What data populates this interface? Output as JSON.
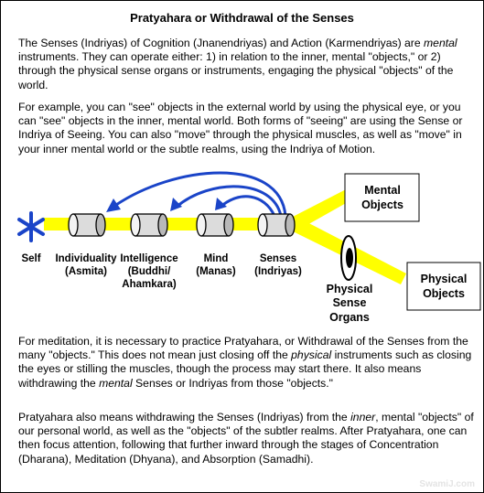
{
  "title": "Pratyahara or Withdrawal of the Senses",
  "paragraphs": {
    "p1": [
      {
        "t": "The Senses (Indriyas) of Cognition (Jnanendriyas) and Action (Karmendriyas) are "
      },
      {
        "t": "mental",
        "i": true
      },
      {
        "t": " instruments. They can operate either: 1) in relation to the inner, mental \"objects,\" or 2) through the physical sense organs or instruments, engaging the physical \"objects\" of the world."
      }
    ],
    "p2": [
      {
        "t": "For example, you can \"see\" objects in the external world by using the physical eye, or you can \"see\" objects in the inner, mental world. Both forms of \"seeing\" are using the Sense or Indriya of Seeing. You can also \"move\" through the physical muscles, as well as \"move\" in your inner mental world or the subtle realms, using the Indriya of Motion."
      }
    ],
    "p3": [
      {
        "t": "For meditation, it is necessary to practice Pratyahara, or Withdrawal of the Senses from the many \"objects.\" This does not mean just closing off the "
      },
      {
        "t": "physical",
        "i": true
      },
      {
        "t": " instruments such as closing the eyes or stilling the muscles, though the process may start there. It also means withdrawing the "
      },
      {
        "t": "mental",
        "i": true
      },
      {
        "t": " Senses or Indriyas from those \"objects.\""
      }
    ],
    "p4": [
      {
        "t": "Pratyahara also means withdrawing the Senses (Indriyas) from the "
      },
      {
        "t": "inner",
        "i": true
      },
      {
        "t": ", mental \"objects\" of our personal world, as well as the \"objects\" of the subtler realms. After Pratyahara, one can then focus attention, following that further inward through the stages of Concentration (Dharana), Meditation (Dhyana), and Absorption (Samadhi)."
      }
    ]
  },
  "diagram": {
    "self_label": "Self",
    "individuality": {
      "line1": "Individuality",
      "line2": "(Asmita)"
    },
    "intelligence": {
      "line1": "Intelligence",
      "line2": "(Buddhi/",
      "line3": "Ahamkara)"
    },
    "mind": {
      "line1": "Mind",
      "line2": "(Manas)"
    },
    "senses": {
      "line1": "Senses",
      "line2": "(Indriyas)"
    },
    "organs": {
      "line1": "Physical",
      "line2": "Sense",
      "line3": "Organs"
    },
    "mental_objects": {
      "line1": "Mental",
      "line2": "Objects"
    },
    "physical_objects": {
      "line1": "Physical",
      "line2": "Objects"
    },
    "colors": {
      "channel": "#ffff00",
      "arrow": "#1a44c8",
      "star": "#1a44c8",
      "cylinder": "#dcdcdc"
    }
  },
  "watermark": "SwamiJ.com"
}
